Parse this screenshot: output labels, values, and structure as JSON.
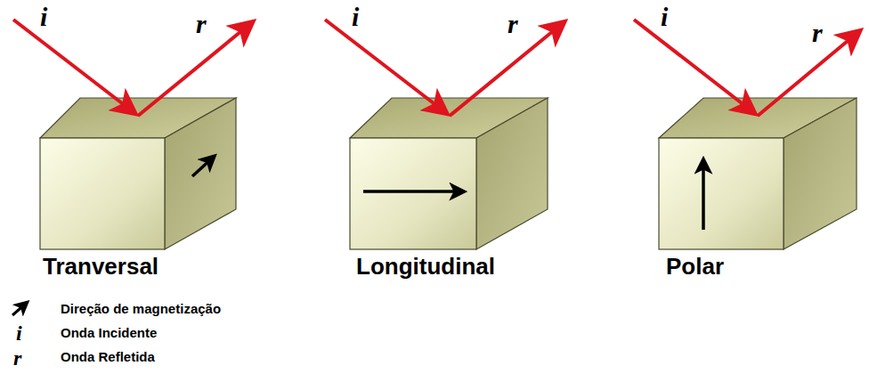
{
  "diagram": {
    "labels": [
      "i",
      "r",
      "Tranversal",
      "i",
      "r",
      "Longitudinal",
      "i",
      "r",
      "Polar",
      "i",
      "r"
    ],
    "legend": [
      {
        "text": "Direção de magnetização"
      },
      {
        "text": "Onda Incidente"
      },
      {
        "text": "Onda Refletida"
      }
    ]
  }
}
